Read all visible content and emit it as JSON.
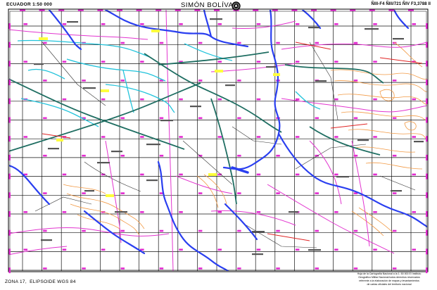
{
  "header": {
    "left_title": "ECUADOR 1:50 000",
    "sheet_name": "SIMÓN BOLÍVAR",
    "sheet_code": "ÑIII-F4 ÑIII/721 ÑIV F3,3788 II"
  },
  "footer": {
    "projection": "ZONA 17,  ELIPSOIDE WGS 84",
    "credits": [
      "Hoja de la Cartografía Nacional a la 1: 50 000 El Instituto",
      "Geográfico Militar Nacional todos derechos reservados",
      "referente a la elaboración de mapas y levantamientos",
      "de cartas oficiales del territorio nacional"
    ]
  },
  "icons": {
    "emblem": "igm-emblem-icon"
  },
  "colors": {
    "frame": "#000000",
    "grid": "#111111",
    "grid_label": "#e22bd0",
    "river": "#2a3ff0",
    "stream": "#22c3db",
    "main_road": "#1f6e62",
    "secondary_road": "#e234cf",
    "contour": "#f29a45",
    "track": "#e02424",
    "trail": "#333333",
    "label_highlight": "#ffff3c",
    "place_label": "#555555"
  }
}
